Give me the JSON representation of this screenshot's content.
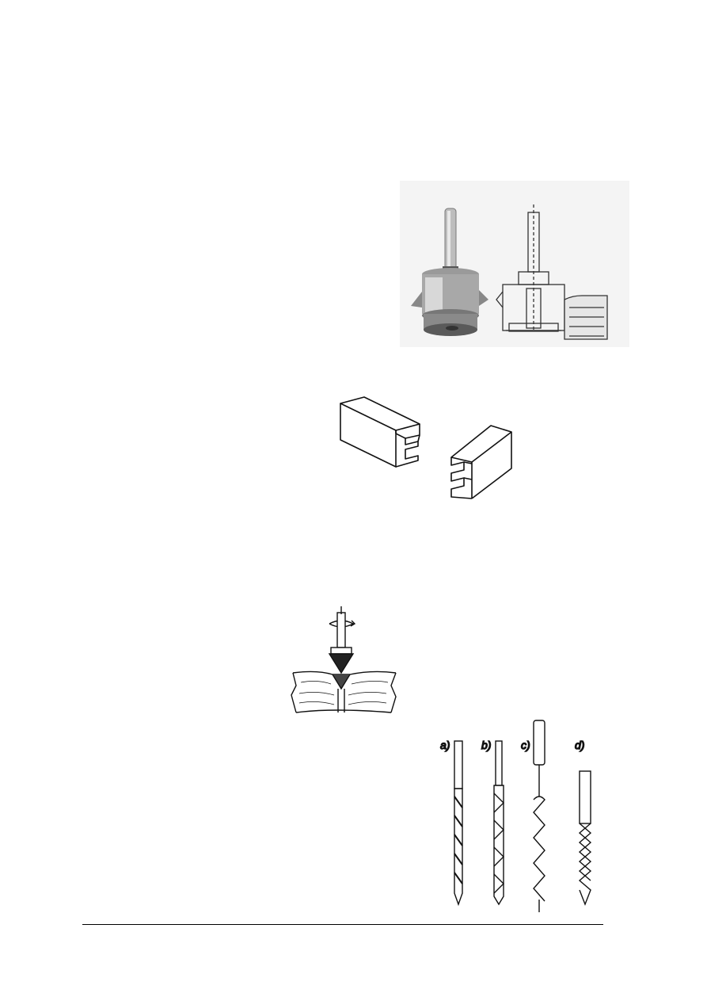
{
  "figures": {
    "router_bit": {
      "name": "router-bit-photo-and-section"
    },
    "finger_joint": {
      "name": "finger-joint-illustration"
    },
    "countersink": {
      "name": "countersink-drilling-illustration"
    },
    "drill_bits": {
      "labels": [
        "a)",
        "b)",
        "c)",
        "d)"
      ]
    }
  }
}
